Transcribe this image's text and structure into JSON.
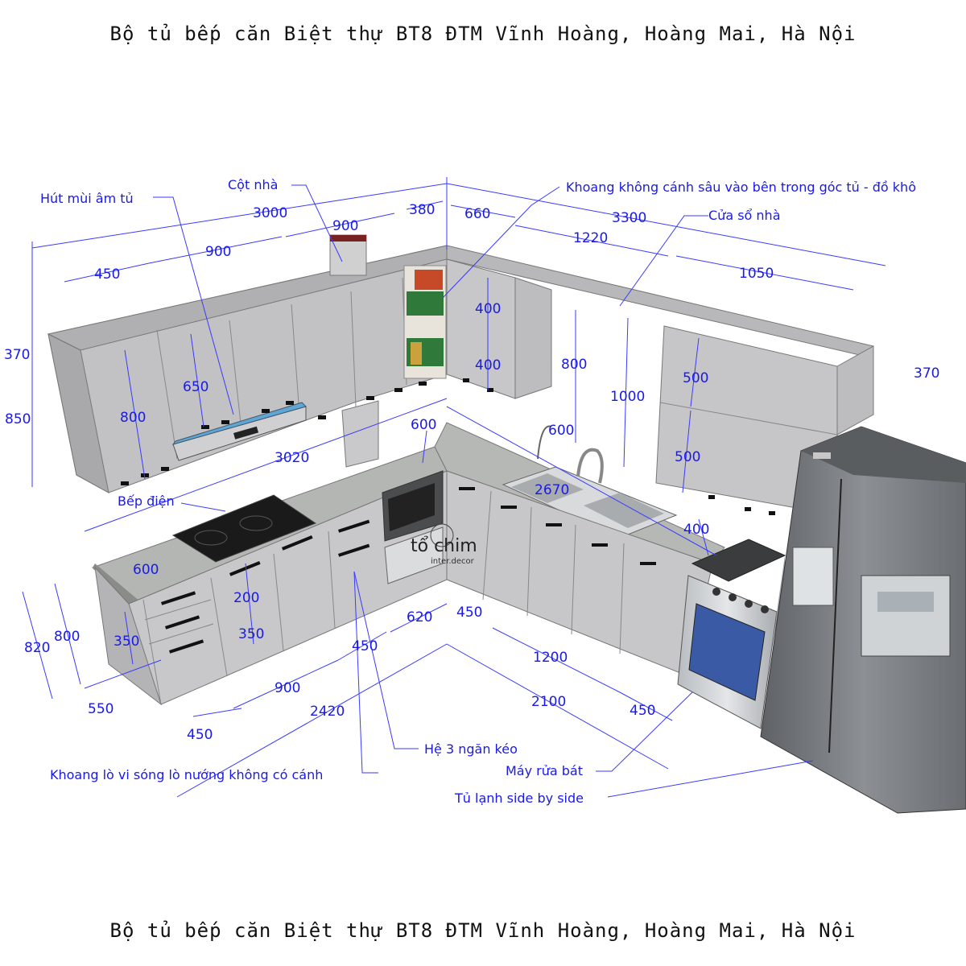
{
  "title_top": "Bộ tủ bếp căn Biệt thự BT8 ĐTM Vĩnh Hoàng, Hoàng Mai, Hà Nội",
  "title_bottom": "Bộ tủ bếp căn Biệt thự BT8 ĐTM Vĩnh Hoàng, Hoàng Mai, Hà Nội",
  "labels": {
    "hut_mui": "Hút mùi âm tủ",
    "cot_nha": "Cột nhà",
    "khoang_goc": "Khoang không cánh sâu vào bên trong góc tủ - đồ khô",
    "cua_so": "Cửa sổ nhà",
    "bep_dien": "Bếp điện",
    "he_ngan_keo": "Hệ 3 ngăn kéo",
    "khoang_lo": "Khoang lò vi sóng lò nướng không có cánh",
    "may_rua_bat": "Máy rửa bát",
    "tu_lanh": "Tủ lạnh side by side"
  },
  "dimensions": {
    "d3000": "3000",
    "d3300": "3300",
    "d900a": "900",
    "d900b": "900",
    "d380": "380",
    "d660": "660",
    "d1220": "1220",
    "d1050": "1050",
    "d450a": "450",
    "d370a": "370",
    "d370b": "370",
    "d850": "850",
    "d800a": "800",
    "d650": "650",
    "d400a": "400",
    "d400b": "400",
    "d800b": "800",
    "d1000": "1000",
    "d500a": "500",
    "d500b": "500",
    "d600a": "600",
    "d600b": "600",
    "d3020": "3020",
    "d2670": "2670",
    "d400c": "400",
    "d600c": "600",
    "d200": "200",
    "d350a": "350",
    "d350b": "350",
    "d820": "820",
    "d800c": "800",
    "d550": "550",
    "d450b": "450",
    "d900c": "900",
    "d2420": "2420",
    "d450c": "450",
    "d620": "620",
    "d450d": "450",
    "d1200": "1200",
    "d2100": "2100",
    "d450e": "450"
  },
  "logo": {
    "main": "tổ chim",
    "sub": "inter.decor"
  },
  "colors": {
    "dimension": "#1a1ae6",
    "cabinet": "#c9c9cb",
    "countertop": "#b6b8b6",
    "steel": "#7d8185"
  }
}
